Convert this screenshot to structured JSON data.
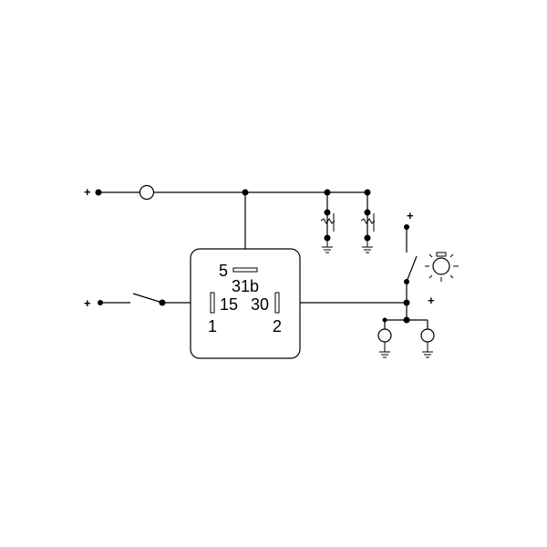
{
  "supply_signs": {
    "top_left": "+",
    "mid_left": "+",
    "switch_top": "+",
    "right_output": "+"
  },
  "relay": {
    "pin_5": "5",
    "pin_31b": "31b",
    "pin_15": "15",
    "pin_30": "30",
    "pin_1": "1",
    "pin_2": "2"
  },
  "icons": [
    "fuse-icon",
    "resistor-icon",
    "ground-icon",
    "switch-icon",
    "lamp-icon",
    "indicator-light-icon"
  ],
  "colors": {
    "ink": "#000000",
    "background": "#ffffff"
  }
}
